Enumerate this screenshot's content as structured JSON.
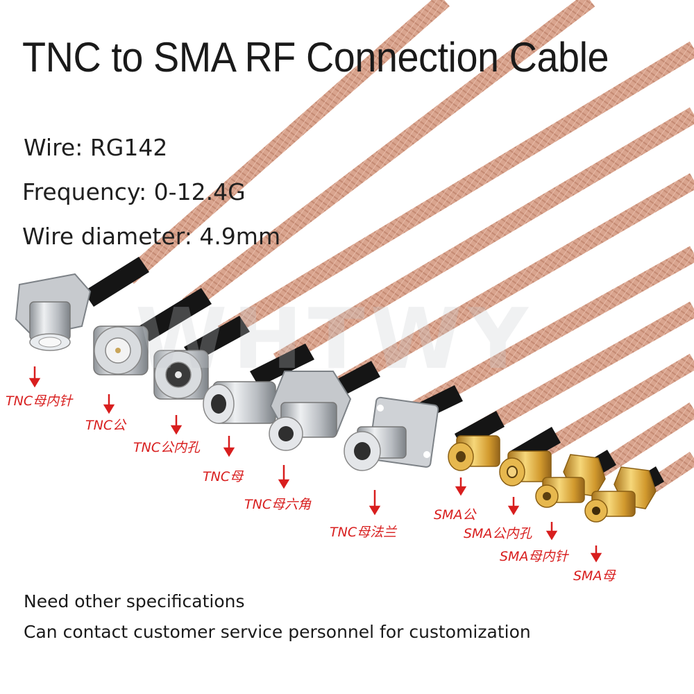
{
  "title": "TNC to SMA RF Connection Cable",
  "specs": {
    "wire": "Wire: RG142",
    "frequency": "Frequency: 0-12.4G",
    "diameter": "Wire diameter: 4.9mm"
  },
  "watermark": "WHTWY",
  "connectors": [
    {
      "label": "TNC母内针",
      "type": "tnc-rp-female-bulkhead"
    },
    {
      "label": "TNC公",
      "type": "tnc-male"
    },
    {
      "label": "TNC公内孔",
      "type": "tnc-rp-male"
    },
    {
      "label": "TNC母",
      "type": "tnc-female"
    },
    {
      "label": "TNC母六角",
      "type": "tnc-female-hex"
    },
    {
      "label": "TNC母法兰",
      "type": "tnc-female-flange"
    },
    {
      "label": "SMA公",
      "type": "sma-male"
    },
    {
      "label": "SMA公内孔",
      "type": "sma-rp-male"
    },
    {
      "label": "SMA母内针",
      "type": "sma-rp-female"
    },
    {
      "label": "SMA母",
      "type": "sma-female"
    }
  ],
  "footer": {
    "line1": "Need other specifications",
    "line2": "Can contact customer service personnel for customization"
  },
  "colors": {
    "cable": "#d6a08a",
    "arrow": "#d81e1e",
    "label": "#d81e1e",
    "brass": "#d9a637",
    "nickel": "#c9ccd0"
  }
}
